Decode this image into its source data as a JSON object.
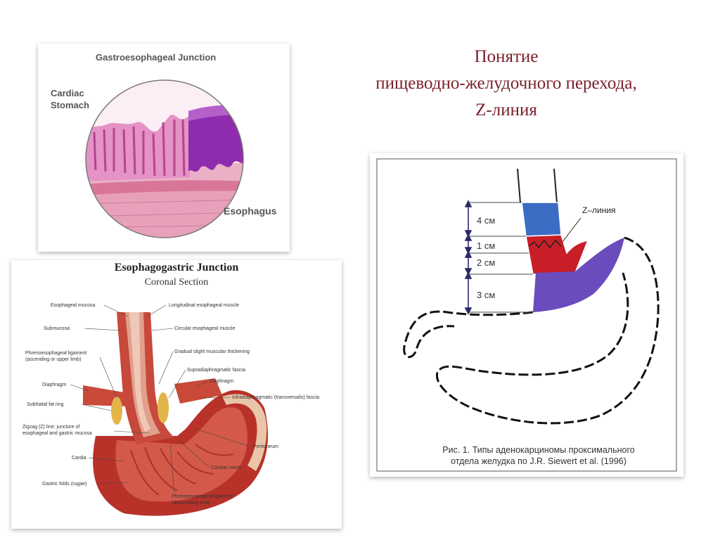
{
  "title": {
    "line1": "Понятие",
    "line2": "пищеводно-желудочного перехода,",
    "line3": "Z-линия"
  },
  "histology": {
    "title": "Gastroesophageal Junction",
    "cardiac_line1": "Cardiac",
    "cardiac_line2": "Stomach",
    "esophagus": "Esophagus"
  },
  "coronal": {
    "title": "Esophagogastric Junction",
    "subtitle": "Coronal Section",
    "labels_left": {
      "esophageal_mucosa": "Esophageal mucosa",
      "submucosa": "Submucosa",
      "phrenoesophageal_upper": "Phrenoesophageal ligament",
      "phrenoesophageal_upper_2": "(ascending or upper limb)",
      "diaphragm_left": "Diaphragm",
      "subhiatal": "Subhiatal fat ring",
      "zigzag_1": "Zigzag (Z) line: juncture of",
      "zigzag_2": "esophageal and gastric mucosa",
      "cardia": "Cardia",
      "gastric_folds": "Gastric folds (rugae)"
    },
    "labels_right": {
      "longitudinal": "Longitudinal esophageal muscle",
      "circular": "Circular esophageal muscle",
      "gradual": "Gradual slight muscular thickening",
      "supradiaphragmatic": "Supradiaphragmatic fascia",
      "diaphragm_right": "Diaphragm",
      "infradiaphragmatic": "Infradiaphragmatic (transversalis) fascia",
      "peritoneum": "Peritoneum",
      "cardiac_notch": "Cardiac notch",
      "phrenoesophageal_lower": "Phrenoesophageal ligament",
      "phrenoesophageal_lower_2": "(descending limb)"
    }
  },
  "siewert": {
    "zline_label": "Z–линия",
    "zones": [
      "4 см",
      "1 см",
      "2 см",
      "3 см"
    ],
    "caption_line1": "Рис. 1. Типы аденокарциномы проксимального",
    "caption_line2": "отдела желудка по J.R. Siewert et al. (1996)",
    "colors": {
      "zone_blue": "#3c6cc4",
      "zone_red": "#c81e28",
      "zone_purple": "#6a4cbc",
      "arrow": "#2a2a6a"
    }
  }
}
